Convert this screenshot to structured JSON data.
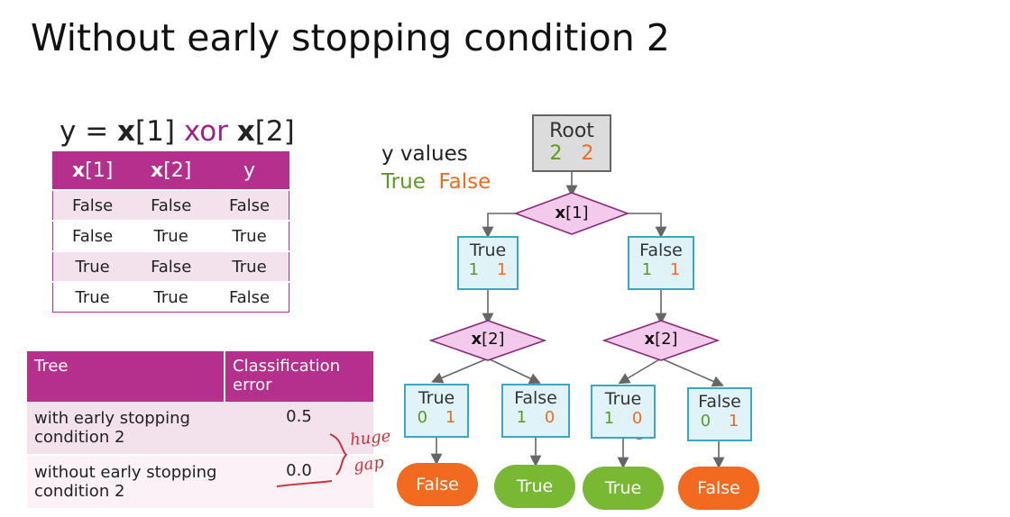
{
  "title": "Without early stopping condition 2",
  "formula": {
    "y": "y =",
    "x": "x",
    "i1": "[1]",
    "op": "xor",
    "i2": "[2]"
  },
  "xor_table": {
    "headers": [
      {
        "b": "x",
        "r": "[1]"
      },
      {
        "b": "x",
        "r": "[2]"
      },
      {
        "b": "",
        "r": "y"
      }
    ],
    "rows": [
      [
        "False",
        "False",
        "False"
      ],
      [
        "False",
        "True",
        "True"
      ],
      [
        "True",
        "False",
        "True"
      ],
      [
        "True",
        "True",
        "False"
      ]
    ]
  },
  "error_table": {
    "headers": [
      "Tree",
      "Classification error"
    ],
    "rows": [
      {
        "label": "with early stopping condition 2",
        "value": "0.5"
      },
      {
        "label": "without early stopping condition 2",
        "value": "0.0"
      }
    ]
  },
  "legend": {
    "title": "y values",
    "true": "True",
    "false": "False"
  },
  "tree": {
    "root": {
      "label": "Root",
      "true_count": "2",
      "false_count": "2"
    },
    "split1": {
      "b": "x",
      "r": "[1]"
    },
    "level1": [
      {
        "label": "True",
        "true_count": "1",
        "false_count": "1"
      },
      {
        "label": "False",
        "true_count": "1",
        "false_count": "1"
      }
    ],
    "split2": [
      {
        "b": "x",
        "r": "[2]"
      },
      {
        "b": "x",
        "r": "[2]"
      }
    ],
    "level2": [
      {
        "label": "True",
        "true_count": "0",
        "false_count": "1"
      },
      {
        "label": "False",
        "true_count": "1",
        "false_count": "0"
      },
      {
        "label": "True",
        "true_count": "1",
        "false_count": "0"
      },
      {
        "label": "False",
        "true_count": "0",
        "false_count": "1"
      }
    ],
    "leaves": [
      "False",
      "True",
      "True",
      "False"
    ]
  },
  "annotation": {
    "line1": "huge",
    "line2": "gap"
  },
  "colors": {
    "magenta": "#b52f8c",
    "green": "#5b9a20",
    "orange": "#f26a1f",
    "node_border": "#3aa8c4",
    "annotation": "#c8323a"
  }
}
